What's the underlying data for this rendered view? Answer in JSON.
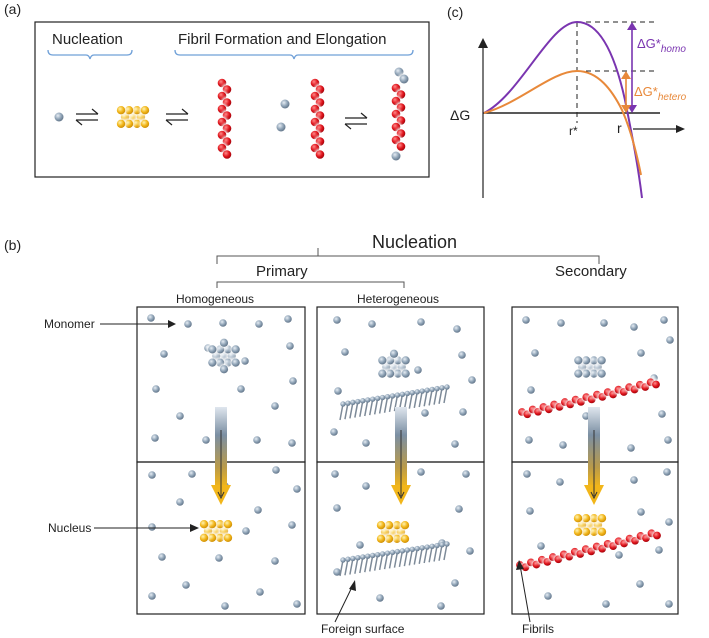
{
  "panel_a": {
    "label": "(a)",
    "nucleation": "Nucleation",
    "fibril": "Fibril Formation and Elongation"
  },
  "panel_c": {
    "label": "(c)",
    "y_axis": "ΔG",
    "x_axis": "r",
    "r_star": "r*",
    "dg_prefix": "ΔG*",
    "homo_sub": "homo",
    "hetero_sub": "hetero",
    "colors": {
      "homo": "#7a35b0",
      "hetero": "#e8893a"
    }
  },
  "panel_b": {
    "label": "(b)",
    "nucleation": "Nucleation",
    "primary": "Primary",
    "secondary": "Secondary",
    "homogeneous": "Homogeneous",
    "heterogeneous": "Heterogeneous",
    "monomer": "Monomer",
    "nucleus": "Nucleus",
    "foreign_surface": "Foreign surface",
    "fibrils": "Fibrils"
  },
  "colors": {
    "monomer": "#8fa3b6",
    "nucleus": "#f2b61a",
    "fibril": "#e0141c",
    "bracket": "#6fa0d8"
  }
}
